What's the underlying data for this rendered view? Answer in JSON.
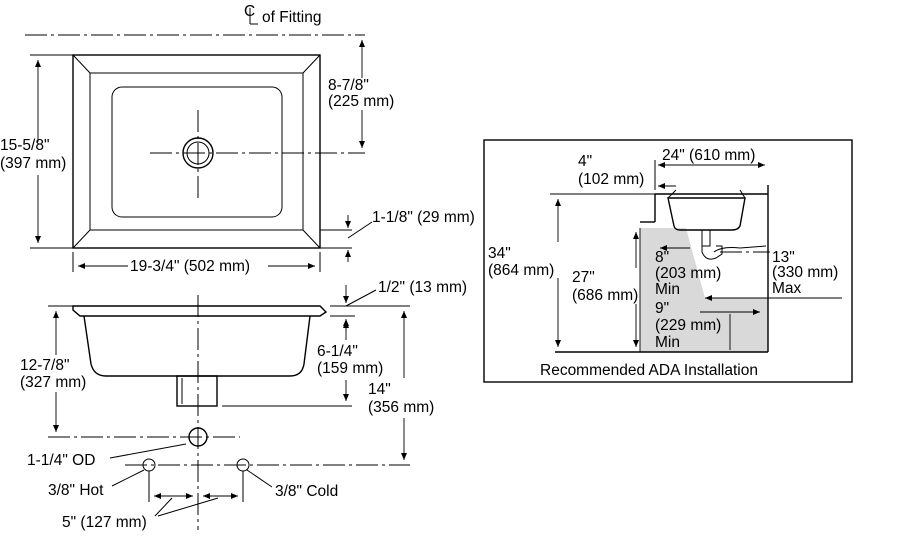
{
  "top_view": {
    "centerline_label": "of Fitting",
    "height_label_1": "15-5/8\"",
    "height_label_2": "(397 mm)",
    "half_depth_label_1": "8-7/8\"",
    "half_depth_label_2": "(225 mm)",
    "rim_label": "1-1/8\" (29 mm)",
    "width_label": "19-3/4\" (502 mm)"
  },
  "side_view": {
    "rim_thickness_label": "1/2\" (13 mm)",
    "basin_depth_label_1": "6-1/4\"",
    "basin_depth_label_2": "(159 mm)",
    "drain_height_label_1": "12-7/8\"",
    "drain_height_label_2": "(327 mm)",
    "total_height_label_1": "14\"",
    "total_height_label_2": "(356 mm)",
    "drain_size_label": "1-1/4\" OD",
    "hot_label": "3/8\" Hot",
    "cold_label": "3/8\" Cold",
    "supply_spacing_label": "5\" (127 mm)"
  },
  "ada": {
    "title": "Recommended ADA Installation",
    "clearance_label": "24\" (610 mm)",
    "setback_label_1": "4\"",
    "setback_label_2": "(102 mm)",
    "counter_height_label_1": "34\"",
    "counter_height_label_2": "(864 mm)",
    "knee_height_label_1": "27\"",
    "knee_height_label_2": "(686 mm)",
    "upper_depth_label_1": "8\"",
    "upper_depth_label_2": "(203 mm)",
    "upper_depth_label_3": "Min",
    "lower_depth_label_1": "9\"",
    "lower_depth_label_2": "(229 mm)",
    "lower_depth_label_3": "Min",
    "max_depth_label_1": "13\"",
    "max_depth_label_2": "(330 mm)",
    "max_depth_label_3": "Max",
    "shade_color": "#d9d9d9"
  }
}
